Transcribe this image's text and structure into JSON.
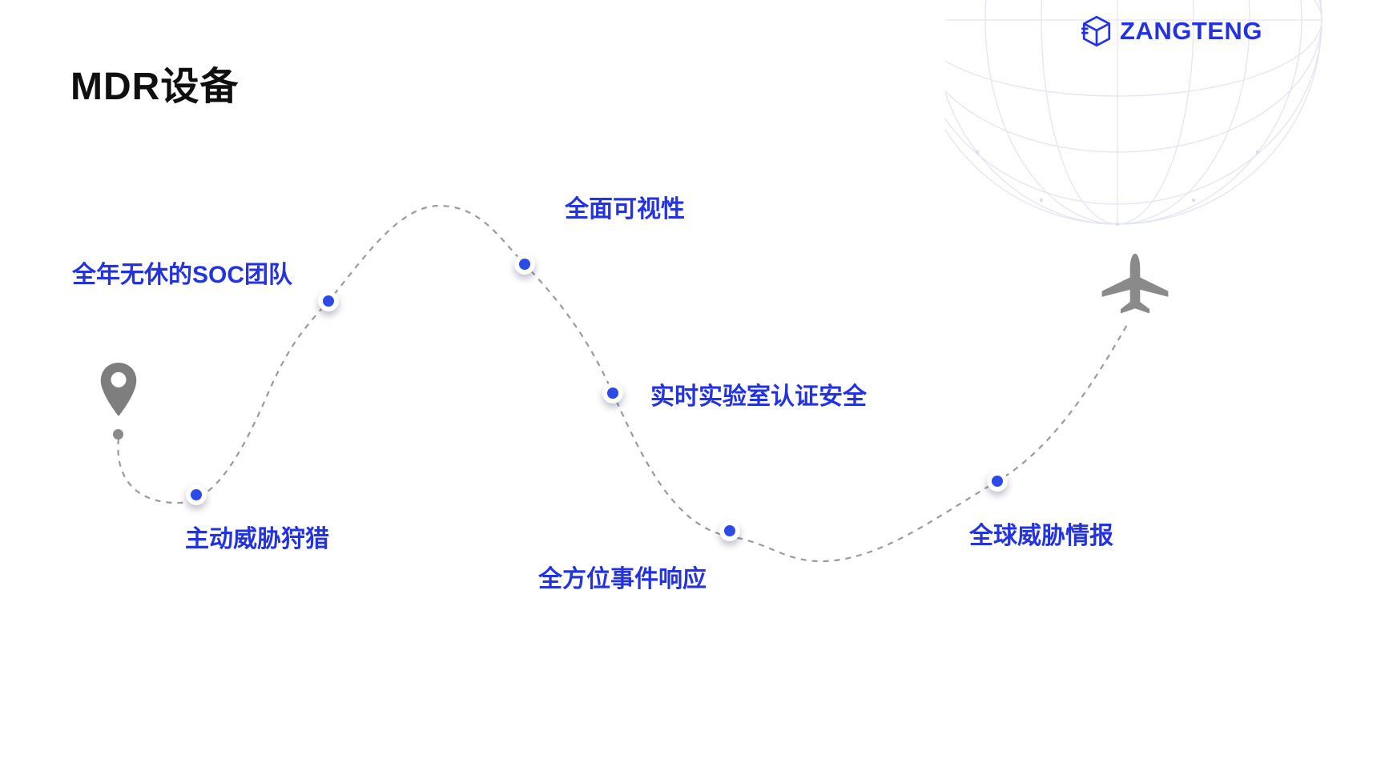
{
  "page": {
    "title": "MDR设备"
  },
  "brand": {
    "name": "ZANGTENG",
    "icon": "cube-logo-icon",
    "color": "#2433e0"
  },
  "journey": {
    "start_icon": "map-pin-icon",
    "end_icon": "airplane-icon",
    "path_style": "dashed",
    "waypoints": [
      {
        "label": "主动威胁狩猎"
      },
      {
        "label": "全年无休的SOC团队"
      },
      {
        "label": "全面可视性"
      },
      {
        "label": "实时实验室认证安全"
      },
      {
        "label": "全方位事件响应"
      },
      {
        "label": "全球威胁情报"
      }
    ]
  },
  "colors": {
    "accent_blue": "#2433e0",
    "dot_blue": "#2b4ae8",
    "path_gray": "#9a9a9a",
    "icon_gray": "#7e7e7e",
    "globe_gray": "#e3e5f2"
  }
}
